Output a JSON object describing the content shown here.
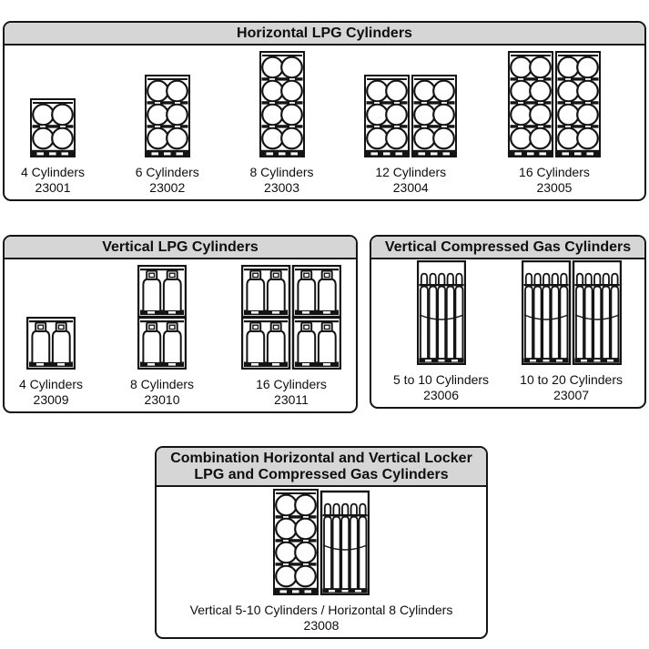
{
  "colors": {
    "header_bg": "#d6d6d6",
    "line": "#141414",
    "panel_bg": "#ffffff"
  },
  "panels": {
    "horizontal": {
      "title": "Horizontal LPG Cylinders",
      "items": [
        {
          "label": "4 Cylinders",
          "code": "23001",
          "locker": {
            "type": "horizontal",
            "rows": 2,
            "cols": 1
          }
        },
        {
          "label": "6 Cylinders",
          "code": "23002",
          "locker": {
            "type": "horizontal",
            "rows": 3,
            "cols": 1
          }
        },
        {
          "label": "8 Cylinders",
          "code": "23003",
          "locker": {
            "type": "horizontal",
            "rows": 4,
            "cols": 1
          }
        },
        {
          "label": "12 Cylinders",
          "code": "23004",
          "locker": {
            "type": "horizontal",
            "rows": 3,
            "cols": 2
          }
        },
        {
          "label": "16 Cylinders",
          "code": "23005",
          "locker": {
            "type": "horizontal",
            "rows": 4,
            "cols": 2
          }
        }
      ]
    },
    "vertical_lpg": {
      "title": "Vertical LPG Cylinders",
      "items": [
        {
          "label": "4 Cylinders",
          "code": "23009",
          "locker": {
            "type": "vertical",
            "rows": 1,
            "cols": 1
          }
        },
        {
          "label": "8 Cylinders",
          "code": "23010",
          "locker": {
            "type": "vertical",
            "rows": 2,
            "cols": 1
          }
        },
        {
          "label": "16 Cylinders",
          "code": "23011",
          "locker": {
            "type": "vertical",
            "rows": 2,
            "cols": 2
          }
        }
      ]
    },
    "compressed": {
      "title": "Vertical Compressed Gas Cylinders",
      "items": [
        {
          "label": "5 to 10 Cylinders",
          "code": "23006",
          "locker": {
            "type": "gas",
            "cols": 1
          }
        },
        {
          "label": "10 to 20 Cylinders",
          "code": "23007",
          "locker": {
            "type": "gas",
            "cols": 2
          }
        }
      ]
    },
    "combination": {
      "title_line1": "Combination Horizontal and Vertical Locker",
      "title_line2": "LPG and Compressed Gas Cylinders",
      "items": [
        {
          "label": "Vertical 5-10 Cylinders / Horizontal 8 Cylinders",
          "code": "23008",
          "locker": {
            "type": "combo"
          }
        }
      ]
    }
  }
}
